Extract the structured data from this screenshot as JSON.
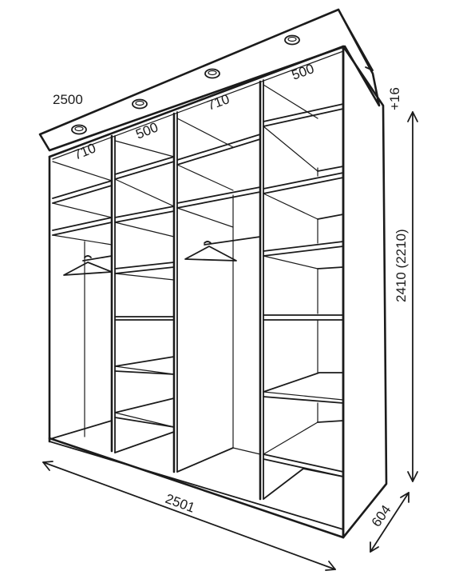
{
  "dimensions": {
    "top_width": "2500",
    "top_allowance": "+16",
    "bottom_width": "2501",
    "height": "2410 (2210)",
    "depth": "604"
  },
  "sections": [
    {
      "width": "710"
    },
    {
      "width": "500"
    },
    {
      "width": "710"
    },
    {
      "width": "500"
    }
  ],
  "lights": [
    {
      "icon": "ceiling-light-icon"
    },
    {
      "icon": "ceiling-light-icon"
    },
    {
      "icon": "ceiling-light-icon"
    },
    {
      "icon": "ceiling-light-icon"
    }
  ],
  "hangers": [
    {
      "icon": "clothes-hanger-icon"
    },
    {
      "icon": "clothes-hanger-icon"
    }
  ]
}
